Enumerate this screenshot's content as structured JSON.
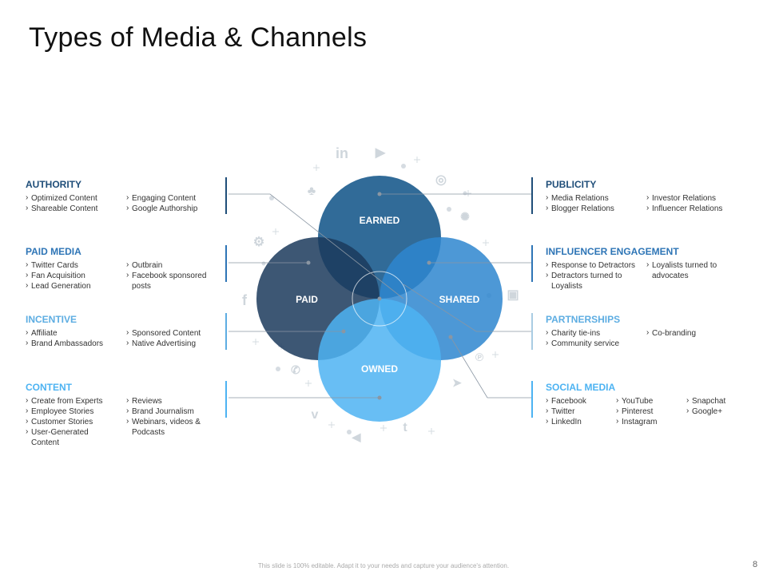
{
  "title": "Types of Media & Channels",
  "colors": {
    "earned": "#1F5E8F",
    "paid": "#1B3A5C",
    "shared": "#2E86CF",
    "owned": "#4DB3F2",
    "dark_heading": "#1F4E79",
    "mid_heading": "#2E75B6",
    "light_heading": "#5DADE2",
    "icon_gray": "#cfd6dc"
  },
  "circles": {
    "earned": "EARNED",
    "paid": "PAID",
    "shared": "SHARED",
    "owned": "OWNED"
  },
  "left": [
    {
      "heading": "AUTHORITY",
      "col1": [
        "Optimized  Content",
        "Shareable Content"
      ],
      "col2": [
        "Engaging  Content",
        "Google  Authorship"
      ]
    },
    {
      "heading": "PAID MEDIA",
      "col1": [
        "Twitter Cards",
        "Fan  Acquisition",
        "Lead Generation"
      ],
      "col2": [
        "Outbrain",
        "Facebook  sponsored posts"
      ]
    },
    {
      "heading": "INCENTIVE",
      "col1": [
        "Affiliate",
        "Brand Ambassadors"
      ],
      "col2": [
        "Sponsored Content",
        "Native Advertising"
      ]
    },
    {
      "heading": "CONTENT",
      "col1": [
        "Create  from Experts",
        "Employee  Stories",
        "Customer Stories",
        "User-Generated Content"
      ],
      "col2": [
        "Reviews",
        "Brand Journalism",
        "Webinars, videos & Podcasts"
      ]
    }
  ],
  "right": [
    {
      "heading": "PUBLICITY",
      "col1": [
        "Media Relations",
        "Blogger Relations"
      ],
      "col2": [
        "Investor Relations",
        "Influencer Relations"
      ],
      "col3": []
    },
    {
      "heading": "INFLUENCER ENGAGEMENT",
      "col1": [
        "Response to Detractors",
        "Detractors turned to Loyalists"
      ],
      "col2": [
        "Loyalists turned to advocates"
      ],
      "col3": []
    },
    {
      "heading": "PARTNERSHIPS",
      "col1": [
        "Charity tie-ins",
        "Community  service"
      ],
      "col2": [
        "Co-branding"
      ],
      "col3": []
    },
    {
      "heading": "SOCIAL MEDIA",
      "col1": [
        "Facebook",
        "Twitter",
        "LinkedIn"
      ],
      "col2": [
        "YouTube",
        "Pinterest",
        "Instagram"
      ],
      "col3": [
        "Snapchat",
        "Google+"
      ]
    }
  ],
  "icons": [
    {
      "name": "linkedin-icon",
      "glyph": "in"
    },
    {
      "name": "youtube-icon",
      "glyph": "▶"
    },
    {
      "name": "instagram-icon",
      "glyph": "◎"
    },
    {
      "name": "snapchat-icon",
      "glyph": "♣"
    },
    {
      "name": "dribbble-icon",
      "glyph": "✺"
    },
    {
      "name": "facebook-icon",
      "glyph": "f"
    },
    {
      "name": "tv-icon",
      "glyph": "▣"
    },
    {
      "name": "pinterest-icon",
      "glyph": "℗"
    },
    {
      "name": "whatsapp-icon",
      "glyph": "✆"
    },
    {
      "name": "telegram-icon",
      "glyph": "➤"
    },
    {
      "name": "vimeo-icon",
      "glyph": "v"
    },
    {
      "name": "megaphone-icon",
      "glyph": "◀"
    },
    {
      "name": "tumblr-icon",
      "glyph": "t"
    },
    {
      "name": "settings-icon",
      "glyph": "⚙"
    }
  ],
  "footer": "This slide is 100% editable. Adapt it to your needs and capture your audience's attention.",
  "page_number": "8"
}
